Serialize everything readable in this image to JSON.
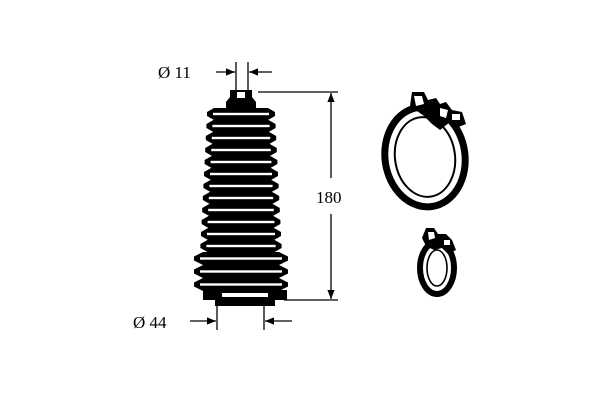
{
  "dimensions": {
    "top_diameter": "Ø 11",
    "length": "180",
    "bottom_diameter": "Ø 44"
  },
  "colors": {
    "ink": "#000000",
    "paper": "#ffffff"
  }
}
